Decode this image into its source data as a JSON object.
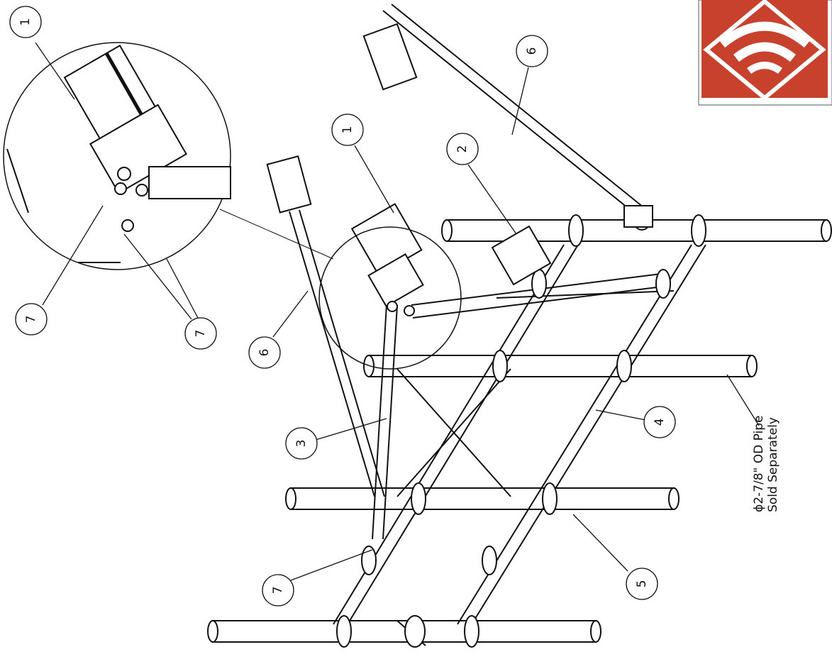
{
  "callouts": [
    {
      "label": "1"
    },
    {
      "label": "7"
    },
    {
      "label": "7"
    },
    {
      "label": "1"
    },
    {
      "label": "2"
    },
    {
      "label": "6"
    },
    {
      "label": "6"
    },
    {
      "label": "3"
    },
    {
      "label": "4"
    },
    {
      "label": "5"
    },
    {
      "label": "7"
    }
  ],
  "pipe_note": {
    "line1": "ϕ2-7/8\" OD Pipe",
    "line2": "Sold Separately"
  },
  "colors": {
    "logo_red": "#c8412c",
    "ink": "#111111"
  },
  "icons": {
    "logo": "wifi-signal-logo"
  }
}
